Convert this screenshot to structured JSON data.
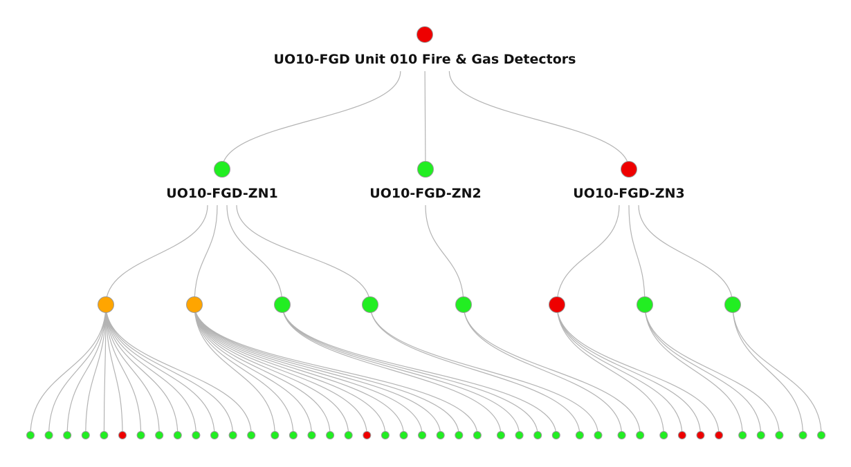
{
  "colors": {
    "ok": "#22ee22",
    "alarm": "#ee0000",
    "warning": "#ffa500",
    "link": "#b3b3b3"
  },
  "root": {
    "label": "UO10-FGD Unit 010 Fire & Gas Detectors",
    "status": "alarm"
  },
  "zones": [
    {
      "label": "UO10-FGD-ZN1",
      "status": "ok",
      "groups": [
        {
          "status": "warning",
          "leaves": [
            "ok",
            "ok",
            "ok",
            "ok",
            "ok",
            "alarm",
            "ok",
            "ok",
            "ok",
            "ok",
            "ok",
            "ok",
            "ok"
          ]
        },
        {
          "status": "warning",
          "leaves": [
            "ok",
            "ok",
            "ok",
            "ok",
            "ok",
            "alarm",
            "ok",
            "ok",
            "ok",
            "ok",
            "ok",
            "ok"
          ]
        },
        {
          "status": "ok",
          "leaves": [
            "ok",
            "ok",
            "ok",
            "ok"
          ]
        },
        {
          "status": "ok",
          "leaves": [
            "ok",
            "ok"
          ]
        }
      ]
    },
    {
      "label": "UO10-FGD-ZN2",
      "status": "ok",
      "groups": [
        {
          "status": "ok",
          "leaves": [
            "ok",
            "ok"
          ]
        }
      ]
    },
    {
      "label": "UO10-FGD-ZN3",
      "status": "alarm",
      "groups": [
        {
          "status": "alarm",
          "leaves": [
            "ok",
            "alarm",
            "alarm",
            "alarm"
          ]
        },
        {
          "status": "ok",
          "leaves": [
            "ok",
            "ok",
            "ok"
          ]
        },
        {
          "status": "ok",
          "leaves": [
            "ok",
            "ok"
          ]
        }
      ]
    }
  ]
}
